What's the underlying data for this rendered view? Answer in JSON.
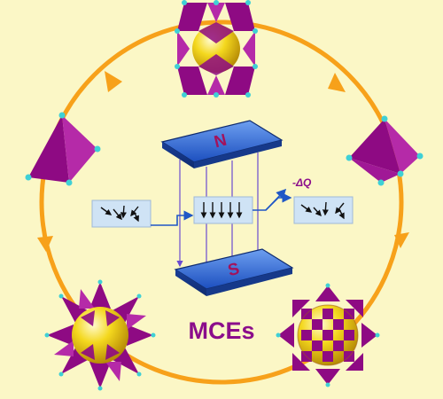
{
  "colors": {
    "background": "#fbf7c6",
    "cycle": "#f7a11a",
    "polyhedron": "#8e0a83",
    "polyhedron_light": "#b52aa8",
    "sphere": "#f2d21a",
    "magnet": "#1f57c6",
    "field": "#6a4bd0",
    "spin_box": "#cfe3f5",
    "label": "#8b0d8b"
  },
  "magnet": {
    "north_label": "N",
    "south_label": "S"
  },
  "process": {
    "heat_label": "-ΔQ"
  },
  "caption": "MCEs",
  "icons": [
    "tetrahedron-icon",
    "cluster-icon",
    "spin-arrows-icon",
    "magnet-pole-icon"
  ]
}
